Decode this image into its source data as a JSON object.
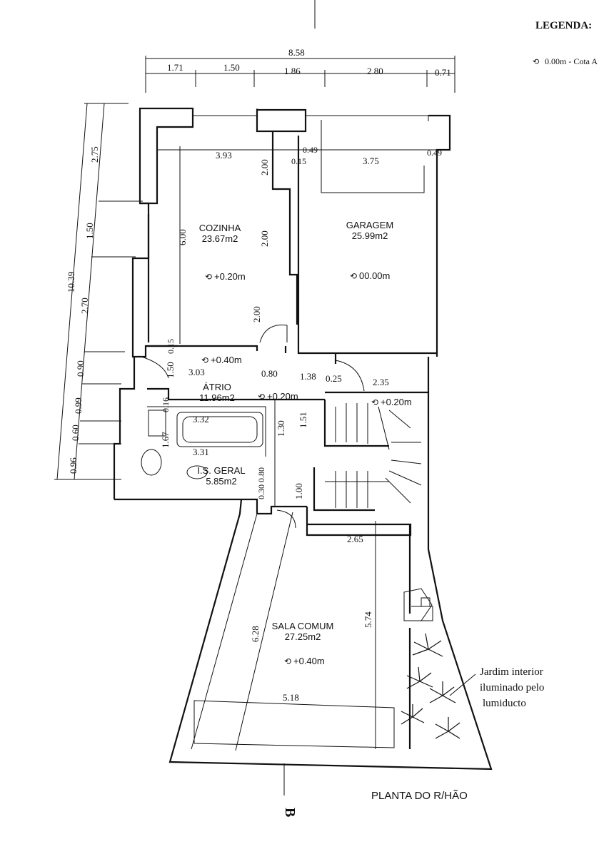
{
  "legend": {
    "title": "LEGENDA:",
    "item": "0.00m - Cota A"
  },
  "plan_title": "PLANTA DO R/HÃO",
  "section_marker": "B",
  "garden_note": [
    "Jardim interior",
    "iluminado pelo",
    "lumiducto"
  ],
  "top_dims": {
    "total": "8.58",
    "parts": [
      "1.71",
      "1.50",
      "1.86",
      "2.80",
      "0.71"
    ]
  },
  "left_dims": {
    "total": "10.39",
    "parts": [
      "2.75",
      "1.50",
      "2.70",
      "0.90",
      "0.99",
      "0.60",
      "0.96"
    ]
  },
  "rooms": {
    "cozinha": {
      "name": "COZINHA",
      "area": "23.67m2",
      "level": "+0.20m"
    },
    "garagem": {
      "name": "GARAGEM",
      "area": "25.99m2",
      "level": "00.00m"
    },
    "atrio": {
      "name": "ÁTRIO",
      "area": "11.96m2",
      "level": "+0.20m"
    },
    "is_geral": {
      "name": "I.S. GERAL",
      "area": "5.85m2"
    },
    "sala": {
      "name": "SALA COMUM",
      "area": "27.25m2",
      "level": "+0.40m"
    }
  },
  "levels": {
    "corridor": "+0.40m",
    "stairs": "+0.20m"
  },
  "inner_dims": {
    "cozinha_w": "3.93",
    "cozinha_h": "6.00",
    "wall_a": "2.00",
    "wall_b": "0.15",
    "wall_c": "2.00",
    "wall_d": "2.00",
    "garagem_w": "3.75",
    "gar_l": "0.49",
    "gar_r": "0.49",
    "atrio_w": "3.03",
    "atrio_h": "1.50",
    "atrio_t": "0.15",
    "door_a": "0.80",
    "door_b": "1.38",
    "door_c": "0.25",
    "stair_w": "2.35",
    "ws_a": "0.16",
    "bath_w": "3.32",
    "bath_h": "1.67",
    "is_w": "3.31",
    "corr_a": "1.30",
    "corr_b": "1.51",
    "corr_c": "0.30",
    "corr_d": "0.80",
    "corr_e": "1.00",
    "sala_top": "2.65",
    "sala_left": "6.28",
    "sala_right": "5.74",
    "sala_w": "5.18"
  }
}
